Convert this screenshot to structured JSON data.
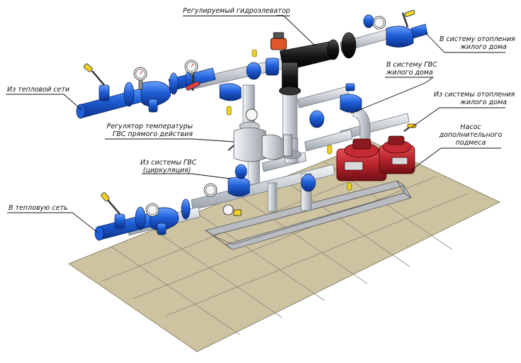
{
  "labels": {
    "hydroelevator": "Регулируемый гидроэлеватор",
    "to_heating_line1": "В систему отопления",
    "to_heating_line2": "жилого дома",
    "from_heat_network": "Из тепловой сети",
    "to_dhw_line1": "В систему ГВС",
    "to_dhw_line2": "жилого дома",
    "from_heating_line1": "Из системы отопления",
    "from_heating_line2": "жилого дома",
    "temp_regulator_line1": "Регулятор температуры",
    "temp_regulator_line2": "ГВС прямого действия",
    "pump_line1": "Насос",
    "pump_line2": "дополнительного",
    "pump_line3": "подмеса",
    "from_dhw_line1": "Из системы ГВС",
    "from_dhw_line2": "(циркуляция)",
    "to_heat_network": "В тепловую сеть"
  },
  "colors": {
    "floor_tile": "#cdc3a1",
    "floor_grout": "#8d8670",
    "pipe_steel": "#d9dde2",
    "valve_blue": "#1f5fd8",
    "pump_red": "#b8232a",
    "handle_yellow": "#f3d21b",
    "elevator_black": "#151515",
    "actuator_orange": "#e0572a"
  }
}
